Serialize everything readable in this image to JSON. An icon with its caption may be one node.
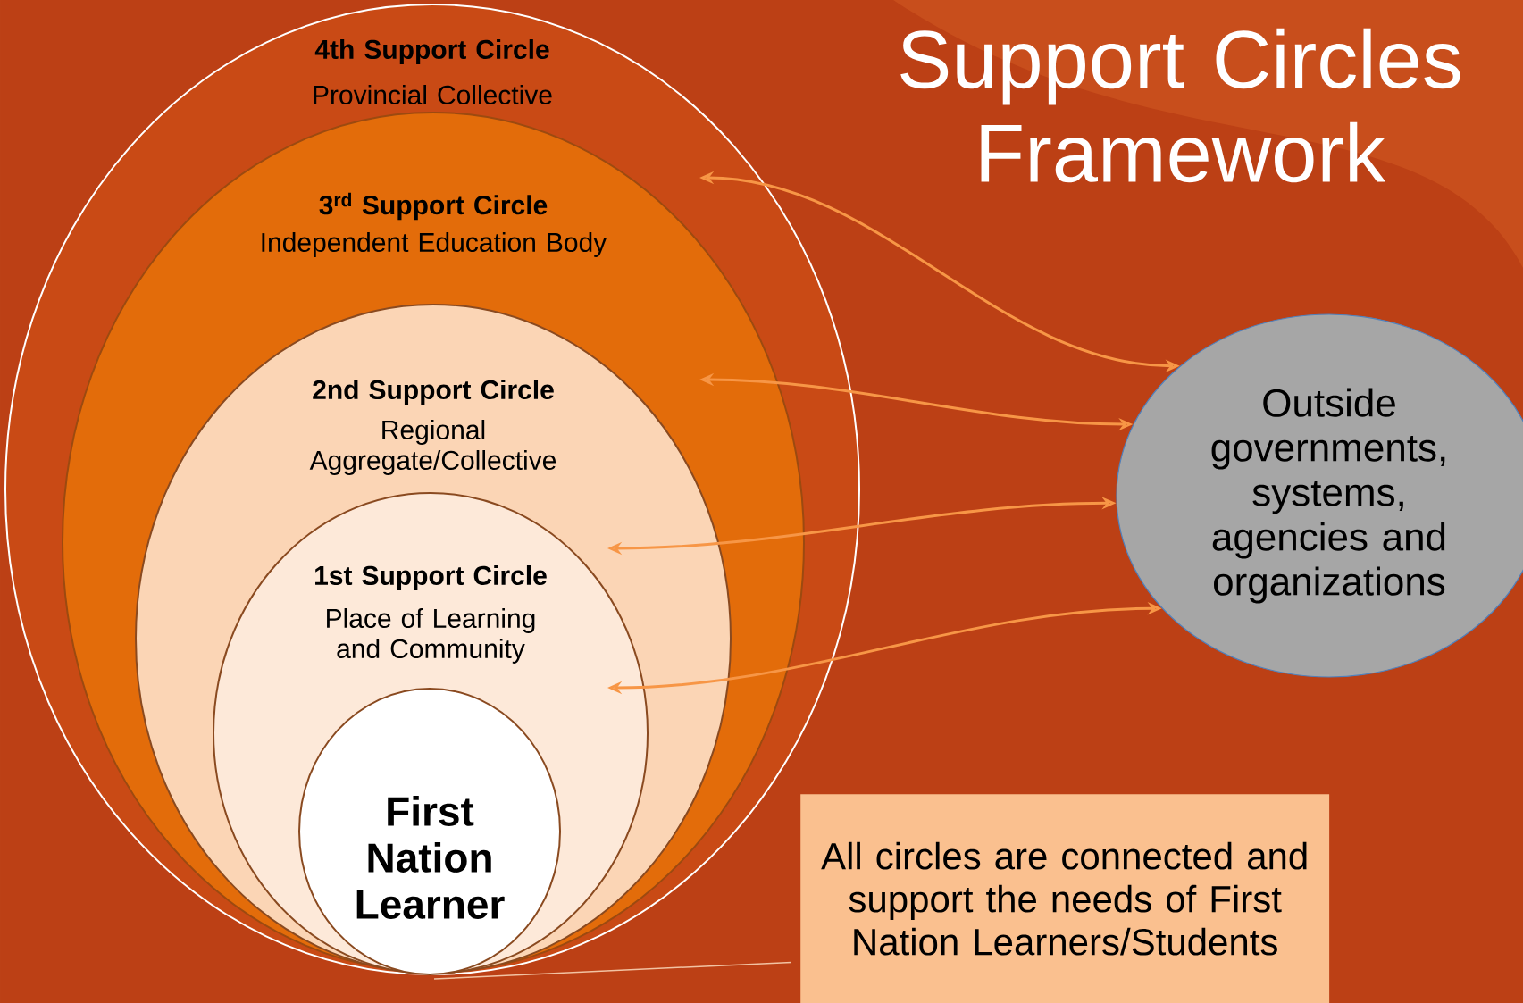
{
  "diagram": {
    "title": "Support Circles Framework",
    "nodes": [
      {
        "text": [
          "4th Support Circle",
          "Provincial Collective"
        ]
      },
      {
        "text": [
          "3$^{rd}$ Support Circle",
          "Independent Education Body"
        ],
        "in": 0
      },
      {
        "text": [
          "2nd Support Circle",
          "Regional Aggregate/Collective"
        ],
        "in": 1
      },
      {
        "text": [
          "1st Support Circle",
          "Place of Learning and Community"
        ],
        "in": 2
      },
      {
        "text": [
          "First Nation Learner"
        ],
        "in": 3
      },
      {
        "text": [
          "Outside governments, systems, agencies and organizations"
        ]
      },
      {
        "text": [
          "All circles are connected and support the needs of First Nation Learners/Students"
        ]
      }
    ],
    "edges": [
      {
        "from": 0,
        "to": 5,
        "arrow": "both"
      },
      {
        "from": 1,
        "to": 5,
        "arrow": "both"
      },
      {
        "from": 2,
        "to": 5,
        "arrow": "both"
      },
      {
        "from": 3,
        "to": 5,
        "arrow": "both"
      },
      {
        "from": 6,
        "to": 4,
        "arrow": "none",
        "color": "#f2c3a3"
      }
    ]
  }
}
